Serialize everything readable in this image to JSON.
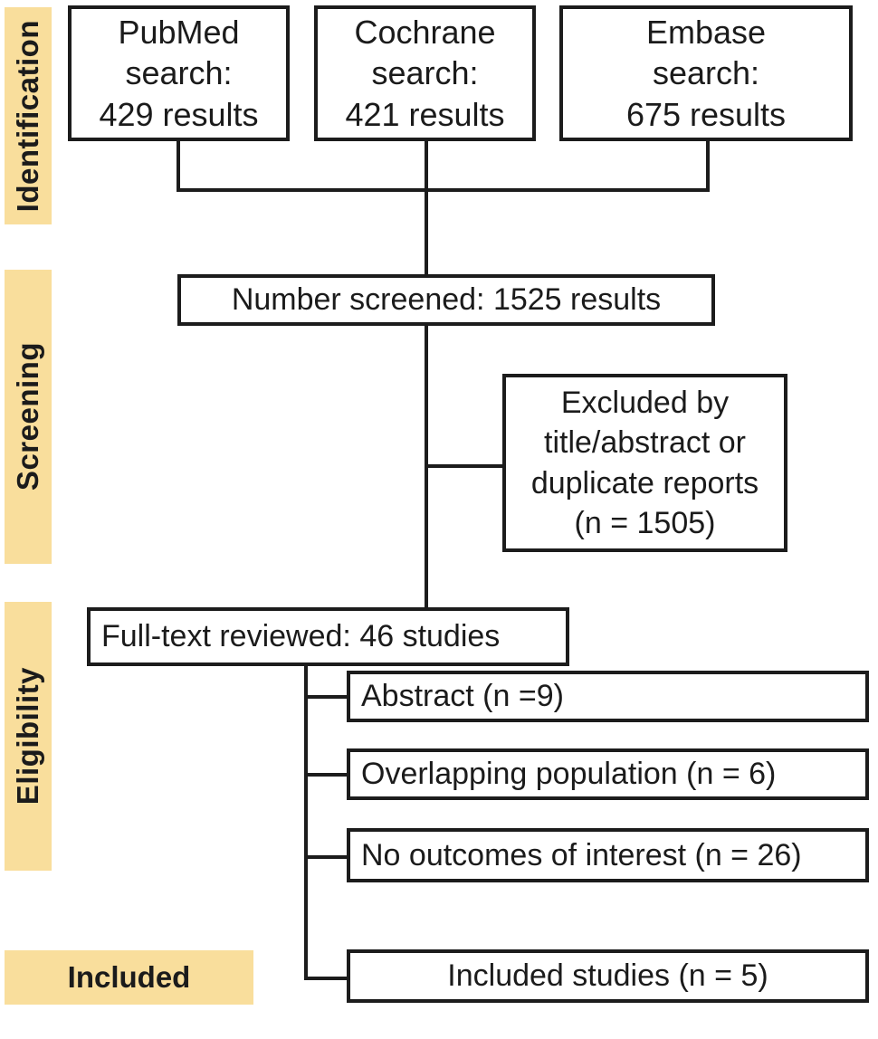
{
  "figure": {
    "type": "prisma-flow-diagram",
    "background_color": "#ffffff",
    "band_color": "#f9de9c",
    "line_color": "#1c1c1c",
    "text_color": "#1b1b1b"
  },
  "stages": {
    "identification": "Identification",
    "screening": "Screening",
    "eligibility": "Eligibility",
    "included": "Included"
  },
  "boxes": {
    "pubmed": {
      "line1": "PubMed",
      "line2": "search:",
      "line3": "429 results"
    },
    "cochrane": {
      "line1": "Cochrane",
      "line2": "search:",
      "line3": "421 results"
    },
    "embase": {
      "line1": "Embase",
      "line2": "search:",
      "line3": "675 results"
    },
    "screened": {
      "label": "Number screened: 1525 results"
    },
    "excluded": {
      "line1": "Excluded by",
      "line2": "title/abstract or",
      "line3": "duplicate reports",
      "line4": "(n = 1505)"
    },
    "fulltext": {
      "label": "Full-text reviewed: 46 studies"
    },
    "abstract": {
      "label": "Abstract (n =9)"
    },
    "overlapping": {
      "label": "Overlapping population (n = 6)"
    },
    "no_outcomes": {
      "label": "No outcomes of interest (n = 26)"
    },
    "included_studies": {
      "label": "Included studies (n = 5)"
    }
  },
  "counts": {
    "pubmed_results": 429,
    "cochrane_results": 421,
    "embase_results": 675,
    "screened": 1525,
    "excluded_title_abstract_duplicates": 1505,
    "fulltext_reviewed": 46,
    "excluded_abstract": 9,
    "excluded_overlapping_population": 6,
    "excluded_no_outcomes": 26,
    "included": 5
  }
}
